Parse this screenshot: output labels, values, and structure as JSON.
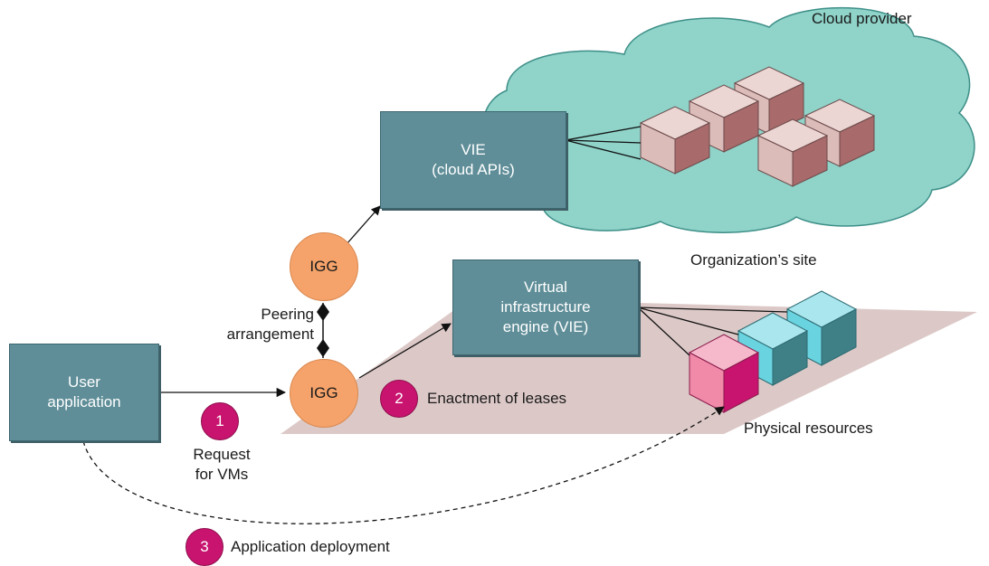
{
  "nodes": {
    "user_app": "User\napplication",
    "vie_cloud": "VIE\n(cloud APIs)",
    "vie_local": "Virtual\ninfrastructure\nengine (VIE)",
    "igg_top": "IGG",
    "igg_bottom": "IGG"
  },
  "labels": {
    "cloud_provider": "Cloud provider",
    "org_site": "Organization’s site",
    "peering": "Peering\narrangement",
    "physical": "Physical resources",
    "request": "Request\nfor VMs",
    "enactment": "Enactment of leases",
    "deployment": "Application deployment"
  },
  "steps": {
    "s1": "1",
    "s2": "2",
    "s3": "3"
  },
  "colors": {
    "box": "#5f8e98",
    "igg": "#f5a36a",
    "step": "#c8146e",
    "cloud": "#8fd3c9",
    "platform": "#dcc9c7",
    "cloud_cube": "#dcbcb9",
    "site_cube_cyan": "#6ad3e0",
    "site_cube_pink": "#f08aa8"
  }
}
